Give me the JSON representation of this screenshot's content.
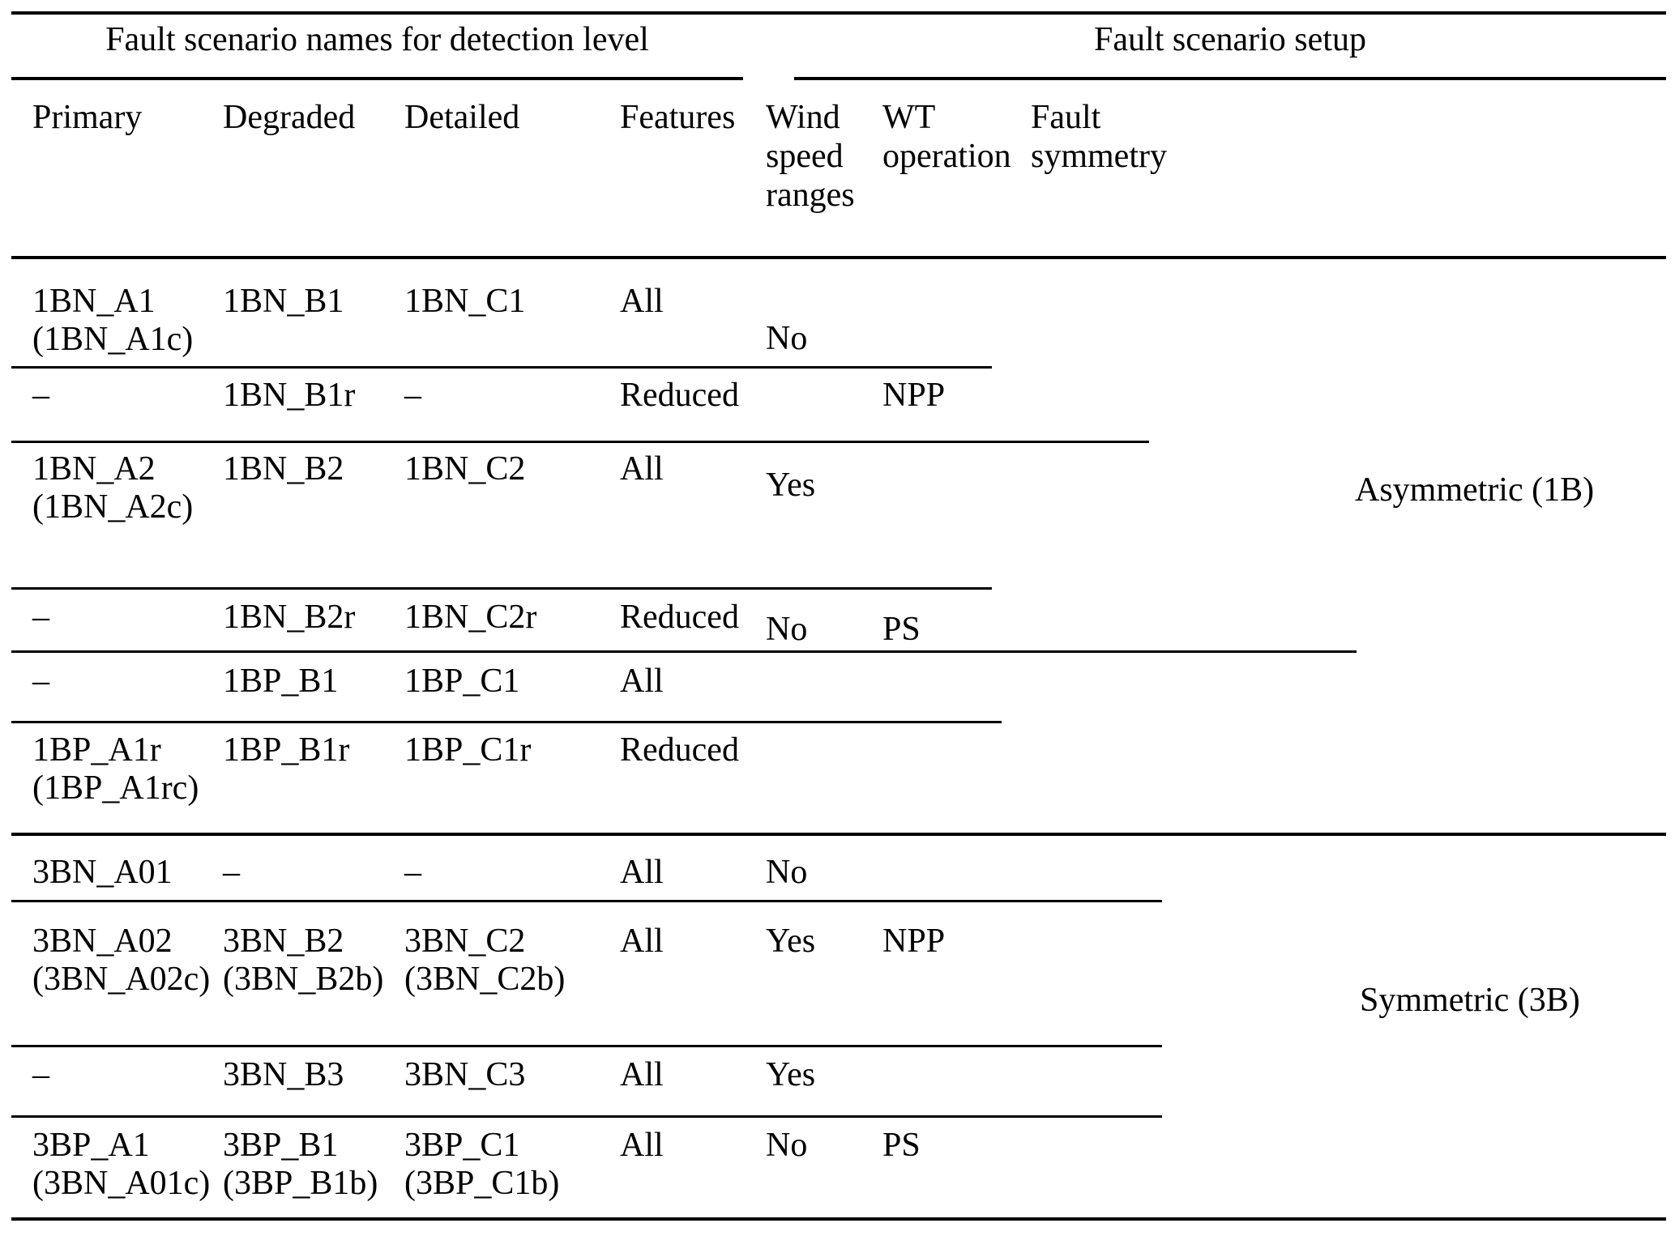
{
  "table": {
    "caption_groups": [
      {
        "label": "Fault scenario names for detection level"
      },
      {
        "label": "Fault scenario setup"
      }
    ],
    "columns": [
      {
        "key": "primary",
        "label": "Primary"
      },
      {
        "key": "degraded",
        "label": "Degraded"
      },
      {
        "key": "detailed",
        "label": "Detailed"
      },
      {
        "key": "features",
        "label": "Features"
      },
      {
        "key": "wind",
        "label": "Wind\nspeed\nranges",
        "line1": "Wind",
        "line2": "speed",
        "line3": "ranges"
      },
      {
        "key": "wt",
        "label": "WT\noperation",
        "line1": "WT",
        "line2": "operation"
      },
      {
        "key": "symmetry",
        "label": "Fault\nsymmetry",
        "line1": "Fault",
        "line2": "symmetry"
      }
    ],
    "rows": [
      {
        "primary_l1": "1BN_A1",
        "primary_l2": "(1BN_A1c)",
        "degraded_l1": "1BN_B1",
        "degraded_l2": "",
        "detailed_l1": "1BN_C1",
        "detailed_l2": "",
        "features": "All"
      },
      {
        "primary_l1": "–",
        "primary_l2": "",
        "degraded_l1": "1BN_B1r",
        "degraded_l2": "",
        "detailed_l1": "–",
        "detailed_l2": "",
        "features": "Reduced"
      },
      {
        "primary_l1": "1BN_A2",
        "primary_l2": "(1BN_A2c)",
        "degraded_l1": "1BN_B2",
        "degraded_l2": "",
        "detailed_l1": "1BN_C2",
        "detailed_l2": "",
        "features": "All"
      },
      {
        "primary_l1": "–",
        "primary_l2": "",
        "degraded_l1": "1BN_B2r",
        "degraded_l2": "",
        "detailed_l1": "1BN_C2r",
        "detailed_l2": "",
        "features": "Reduced"
      },
      {
        "primary_l1": "–",
        "primary_l2": "",
        "degraded_l1": "1BP_B1",
        "degraded_l2": "",
        "detailed_l1": "1BP_C1",
        "detailed_l2": "",
        "features": "All"
      },
      {
        "primary_l1": "1BP_A1r",
        "primary_l2": "(1BP_A1rc)",
        "degraded_l1": "1BP_B1r",
        "degraded_l2": "",
        "detailed_l1": "1BP_C1r",
        "detailed_l2": "",
        "features": "Reduced"
      },
      {
        "primary_l1": "3BN_A01",
        "primary_l2": "",
        "degraded_l1": "–",
        "degraded_l2": "",
        "detailed_l1": "–",
        "detailed_l2": "",
        "features": "All"
      },
      {
        "primary_l1": "3BN_A02",
        "primary_l2": "(3BN_A02c)",
        "degraded_l1": "3BN_B2",
        "degraded_l2": "(3BN_B2b)",
        "detailed_l1": "3BN_C2",
        "detailed_l2": "(3BN_C2b)",
        "features": "All"
      },
      {
        "primary_l1": "–",
        "primary_l2": "",
        "degraded_l1": "3BN_B3",
        "degraded_l2": "",
        "detailed_l1": "3BN_C3",
        "detailed_l2": "",
        "features": "All"
      },
      {
        "primary_l1": "3BP_A1",
        "primary_l2": "(3BN_A01c)",
        "degraded_l1": "3BP_B1",
        "degraded_l2": "(3BP_B1b)",
        "detailed_l1": "3BP_C1",
        "detailed_l2": "(3BP_C1b)",
        "features": "All"
      }
    ],
    "wind_speed_spans": [
      {
        "value": "No"
      },
      {
        "value": "Yes"
      },
      {
        "value": "No"
      },
      {
        "value": "No"
      },
      {
        "value": "Yes"
      },
      {
        "value": "Yes"
      },
      {
        "value": "No"
      }
    ],
    "wt_operation_spans": [
      {
        "value": "NPP"
      },
      {
        "value": "PS"
      },
      {
        "value": "NPP"
      },
      {
        "value": "PS"
      }
    ],
    "symmetry_spans": [
      {
        "value": "Asymmetric (1B)"
      },
      {
        "value": "Symmetric (3B)"
      }
    ]
  }
}
